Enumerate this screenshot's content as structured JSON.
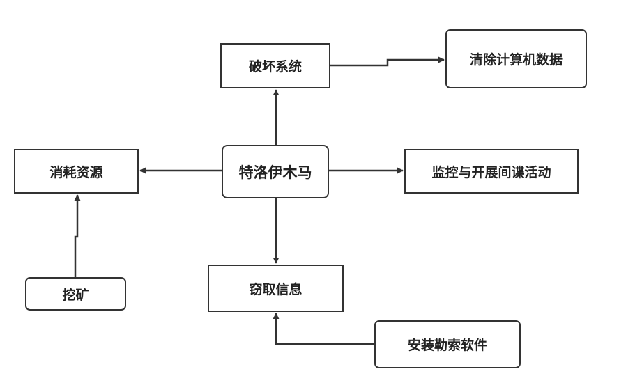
{
  "diagram": {
    "type": "mind-map",
    "colors": {
      "stroke": "#333333",
      "text": "#222222",
      "background": "#ffffff"
    },
    "center": {
      "label": "特洛伊木马"
    },
    "nodes": {
      "destroy_system": {
        "label": "破坏系统"
      },
      "clear_data": {
        "label": "清除计算机数据"
      },
      "consume_resources": {
        "label": "消耗资源"
      },
      "monitor_espionage": {
        "label": "监控与开展间谍活动"
      },
      "mining": {
        "label": "挖矿"
      },
      "steal_info": {
        "label": "窃取信息"
      },
      "ransomware": {
        "label": "安装勒索软件"
      }
    },
    "edges": [
      {
        "from": "center",
        "to": "destroy_system"
      },
      {
        "from": "destroy_system",
        "to": "clear_data"
      },
      {
        "from": "center",
        "to": "consume_resources"
      },
      {
        "from": "center",
        "to": "monitor_espionage"
      },
      {
        "from": "center",
        "to": "steal_info"
      },
      {
        "from": "mining",
        "to": "consume_resources"
      },
      {
        "from": "ransomware",
        "to": "steal_info"
      }
    ]
  }
}
